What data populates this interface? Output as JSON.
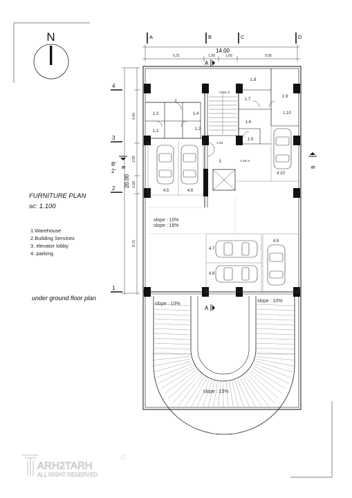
{
  "north": {
    "label": "N"
  },
  "grid_cols": [
    "A",
    "B",
    "C",
    "D"
  ],
  "grid_rows": [
    "4",
    "3",
    "B'",
    "2'",
    "2",
    "1"
  ],
  "dims": {
    "overall_width": "14.00",
    "overall_depth": "20.00",
    "top": [
      "5.21",
      "1.30",
      "1.66",
      "5.05"
    ],
    "left": [
      "4.60",
      "2.95",
      "1.68",
      "8.70"
    ]
  },
  "sections": {
    "a_top": "A",
    "a_bottom": "A",
    "b_left": "B",
    "b_right": "B"
  },
  "rooms": [
    "1.1",
    "1.2",
    "1.3",
    "1.4",
    "1.5",
    "1.6",
    "1.7",
    "1.8",
    "1.9",
    "1.10",
    "2",
    "3",
    "4.5",
    "4.6",
    "4.7",
    "4.8",
    "4.9",
    "4.10"
  ],
  "levels": [
    "+0.65 m",
    "-1.80 m",
    "-1.80"
  ],
  "slopes": {
    "ramp_upper": "slope :  10%",
    "ramp_lower": "slope :  18%",
    "curve_left": "slope :  10%",
    "curve_right": "slope :  10%",
    "curve_bottom": "slope :  15%"
  },
  "title": {
    "line1": "FURNITURE PLAN",
    "line2": "sc: 1.100"
  },
  "legend": [
    "1.Warehouse",
    "2.Building Services",
    "3. elevator lobby",
    "4. parking"
  ],
  "subtitle": "under ground floor plan",
  "watermark": {
    "brand": "ARH2TARH",
    "tagline": "ALL RIGHT RESERVED"
  }
}
